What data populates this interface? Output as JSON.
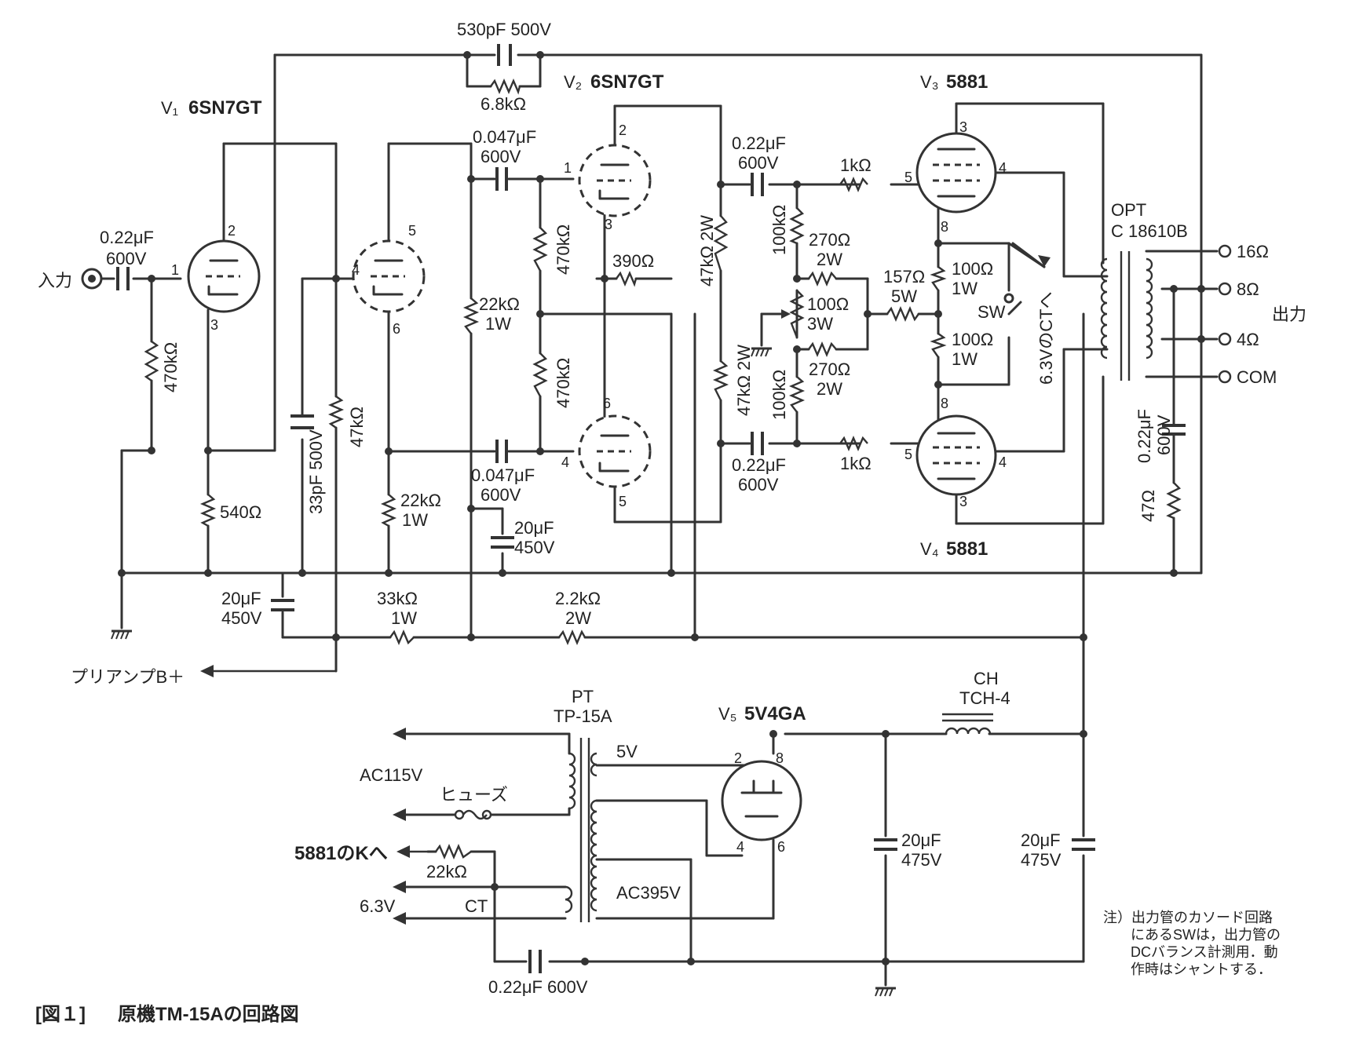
{
  "tubes": {
    "v1": {
      "ref": "V₁",
      "type": "6SN7GT",
      "pins": [
        "2",
        "1",
        "3",
        "5",
        "4",
        "6"
      ]
    },
    "v2": {
      "ref": "V₂",
      "type": "6SN7GT",
      "pins": [
        "2",
        "1",
        "3",
        "6",
        "4",
        "5"
      ]
    },
    "v3": {
      "ref": "V₃",
      "type": "5881",
      "pins": [
        "3",
        "5",
        "4",
        "8"
      ]
    },
    "v4": {
      "ref": "V₄",
      "type": "5881",
      "pins": [
        "8",
        "5",
        "4",
        "3"
      ]
    },
    "v5": {
      "ref": "V₅",
      "type": "5V4GA",
      "pins": [
        "2",
        "8",
        "4",
        "6"
      ]
    }
  },
  "components": {
    "c_input": [
      "0.22μF",
      "600V"
    ],
    "r_grid1": "470kΩ",
    "r_k1": "540Ω",
    "c_fb": "530pF 500V",
    "r_fb": "6.8kΩ",
    "c_33p": "33pF 500V",
    "r_47k": "47kΩ",
    "r_22k_a": [
      "22kΩ",
      "1W"
    ],
    "r_22k_b": [
      "22kΩ",
      "1W"
    ],
    "c_047_top": [
      "0.047μF",
      "600V"
    ],
    "c_047_bot": [
      "0.047μF",
      "600V"
    ],
    "r_470_top": "470kΩ",
    "r_470_bot": "470kΩ",
    "r_390": "390Ω",
    "c_20u_450_a": [
      "20μF",
      "450V"
    ],
    "r_47k2w_top": "47kΩ 2W",
    "r_47k2w_bot": "47kΩ 2W",
    "c_022_top": [
      "0.22μF",
      "600V"
    ],
    "c_022_bot": [
      "0.22μF",
      "600V"
    ],
    "r_100k_top": "100kΩ",
    "r_100k_bot": "100kΩ",
    "r_1k_top": "1kΩ",
    "r_1k_bot": "1kΩ",
    "r_270_top": [
      "270Ω",
      "2W"
    ],
    "r_270_bot": [
      "270Ω",
      "2W"
    ],
    "r_100_3w": [
      "100Ω",
      "3W"
    ],
    "r_157": [
      "157Ω",
      "5W"
    ],
    "r_100_1w_top": [
      "100Ω",
      "1W"
    ],
    "r_100_1w_bot": [
      "100Ω",
      "1W"
    ],
    "sw": "SW",
    "ct_note": "6.3VのCTへ",
    "opt": [
      "OPT",
      "C 18610B"
    ],
    "out_taps": [
      "16Ω",
      "8Ω",
      "4Ω",
      "COM"
    ],
    "out_label": "出力",
    "c_022_out": [
      "0.22μF",
      "600V"
    ],
    "r_47_out": "47Ω",
    "c_20u_450_b": [
      "20μF",
      "450V"
    ],
    "r_33k": [
      "33kΩ",
      "1W"
    ],
    "r_2k2": [
      "2.2kΩ",
      "2W"
    ],
    "preamp_bplus": "プリアンプB＋",
    "pt": [
      "PT",
      "TP-15A"
    ],
    "pt_5v": "5V",
    "ac115": "AC115V",
    "fuse": "ヒューズ",
    "to_5881_k": "5881のKへ",
    "r_22k_pt": "22kΩ",
    "v63": "6.3V",
    "ct": "CT",
    "ac395": "AC395V",
    "c_022_pt": "0.22μF 600V",
    "ch": [
      "CH",
      "TCH-4"
    ],
    "c_20u_475_a": [
      "20μF",
      "475V"
    ],
    "c_20u_475_b": [
      "20μF",
      "475V"
    ],
    "input": "入力"
  },
  "note": [
    "注）出力管のカソード回路",
    "にあるSWは，出力管の",
    "DCバランス計測用．動",
    "作時はシャントする．"
  ],
  "caption": {
    "fig": "[図１]",
    "title": "原機TM-15Aの回路図"
  }
}
